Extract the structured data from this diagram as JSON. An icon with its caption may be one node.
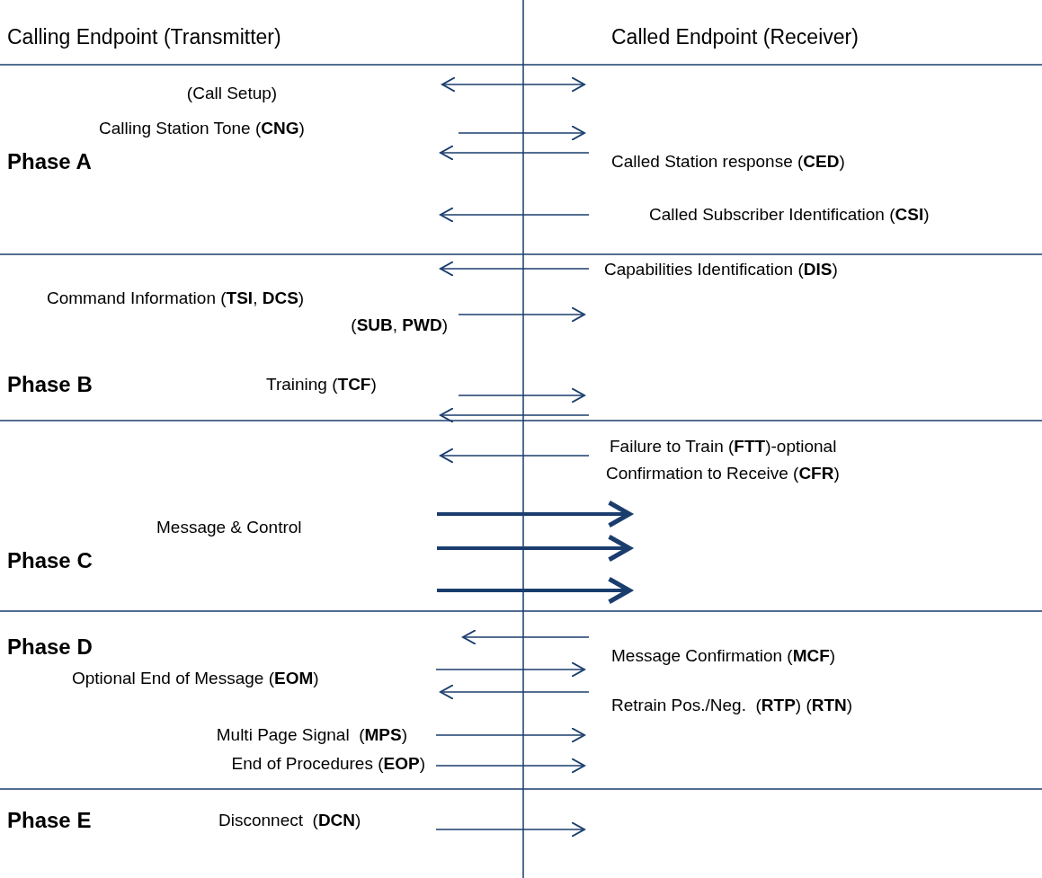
{
  "diagram": {
    "labels": [
      "Calling Endpoint (Transmitter)",
      "Called Endpoint (Receiver)",
      "(Call Setup)",
      "Calling Station Tone (**CNG**)",
      "Phase A",
      "Called Station response (**CED**)",
      "Called Subscriber Identification (**CSI**)",
      "Capabilities Identification (**DIS**)",
      "Command Information (**TSI**, **DCS**)",
      "(**SUB**, **PWD**)",
      "Phase B",
      "Training (**TCF**)",
      "Failure to Train (**FTT**)-optional",
      "Confirmation to Receive (**CFR**)",
      "Message & Control",
      "Phase C",
      "Phase D",
      "Message Confirmation (**MCF**)",
      "Optional End of Message (**EOM**)",
      "Retrain Pos./Neg.  (**RTP**) (**RTN**)",
      "Multi Page Signal  (**MPS**)",
      "End of Procedures (**EOP**)",
      "Phase E",
      "Disconnect  (**DCN**)"
    ]
  }
}
